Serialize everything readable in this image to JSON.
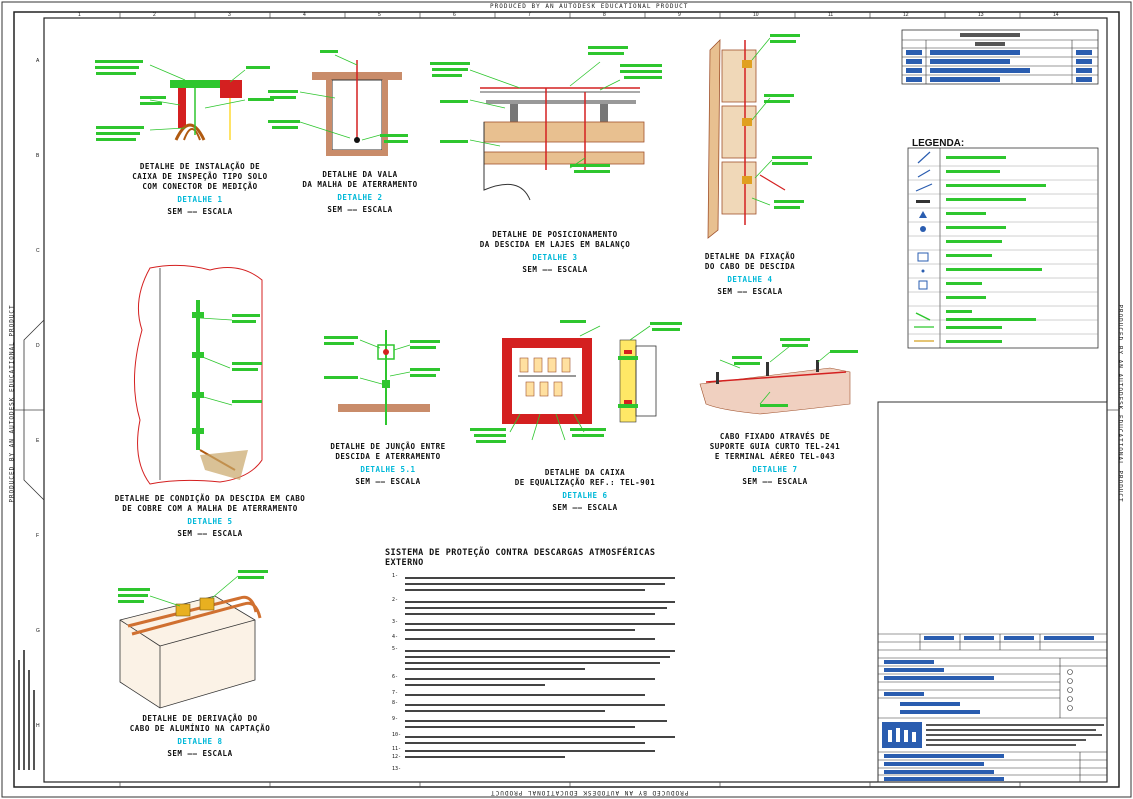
{
  "sheet": {
    "watermark": "PRODUCED BY AN AUTODESK EDUCATIONAL PRODUCT",
    "col_numbers": [
      "1",
      "2",
      "3",
      "4",
      "5",
      "6",
      "7",
      "8",
      "9",
      "10",
      "11",
      "12",
      "13",
      "14"
    ],
    "row_letters": [
      "A",
      "B",
      "C",
      "D",
      "E",
      "F",
      "G",
      "H"
    ]
  },
  "details": [
    {
      "title1": "DETALHE DE INSTALAÇÃO DE",
      "title2": "CAIXA DE INSPEÇÃO TIPO SOLO",
      "title3": "COM CONECTOR DE MEDIÇÃO",
      "label": "DETALHE 1",
      "scale": "SEM —— ESCALA"
    },
    {
      "title1": "DETALHE DA VALA",
      "title2": "DA MALHA DE ATERRAMENTO",
      "title3": "",
      "label": "DETALHE 2",
      "scale": "SEM —— ESCALA"
    },
    {
      "title1": "DETALHE DE POSICIONAMENTO",
      "title2": "DA DESCIDA EM LAJES EM BALANÇO",
      "title3": "",
      "label": "DETALHE 3",
      "scale": "SEM —— ESCALA"
    },
    {
      "title1": "DETALHE DA FIXAÇÃO",
      "title2": "DO CABO DE DESCIDA",
      "title3": "",
      "label": "DETALHE 4",
      "scale": "SEM —— ESCALA"
    },
    {
      "title1": "DETALHE DE CONDIÇÃO DA DESCIDA EM CABO",
      "title2": "DE COBRE COM A MALHA DE ATERRAMENTO",
      "title3": "",
      "label": "DETALHE 5",
      "scale": "SEM —— ESCALA"
    },
    {
      "title1": "DETALHE DE JUNÇÃO ENTRE",
      "title2": "DESCIDA E ATERRAMENTO",
      "title3": "",
      "label": "DETALHE 5.1",
      "scale": "SEM —— ESCALA"
    },
    {
      "title1": "DETALHE DA CAIXA",
      "title2": "DE EQUALIZAÇÃO REF.: TEL-901",
      "title3": "",
      "label": "DETALHE 6",
      "scale": "SEM —— ESCALA"
    },
    {
      "title1": "CABO FIXADO ATRAVÉS DE",
      "title2": "SUPORTE GUIA CURTO TEL-241",
      "title3": "E TERMINAL AÉREO TEL-043",
      "label": "DETALHE 7",
      "scale": "SEM —— ESCALA"
    },
    {
      "title1": "DETALHE DE DERIVAÇÃO DO",
      "title2": "CABO DE ALUMÍNIO NA CAPTAÇÃO",
      "title3": "",
      "label": "DETALHE 8",
      "scale": "SEM —— ESCALA"
    }
  ],
  "notes": {
    "title": "SISTEMA DE PROTEÇÃO CONTRA DESCARGAS ATMOSFÉRICAS EXTERNO",
    "items": [
      "1-",
      "2-",
      "3-",
      "4-",
      "5-",
      "6-",
      "7-",
      "8-",
      "9-",
      "10-",
      "11-",
      "12-",
      "13-"
    ]
  },
  "legend": {
    "title": "LEGENDA:"
  },
  "colors": {
    "drawing_green": "#2ec62e",
    "detail_cyan": "#00b8d8",
    "copper_red": "#d42020",
    "soil_brown": "#a0522d",
    "box_yellow": "#ffe866",
    "logo_blue": "#2a5db0"
  }
}
